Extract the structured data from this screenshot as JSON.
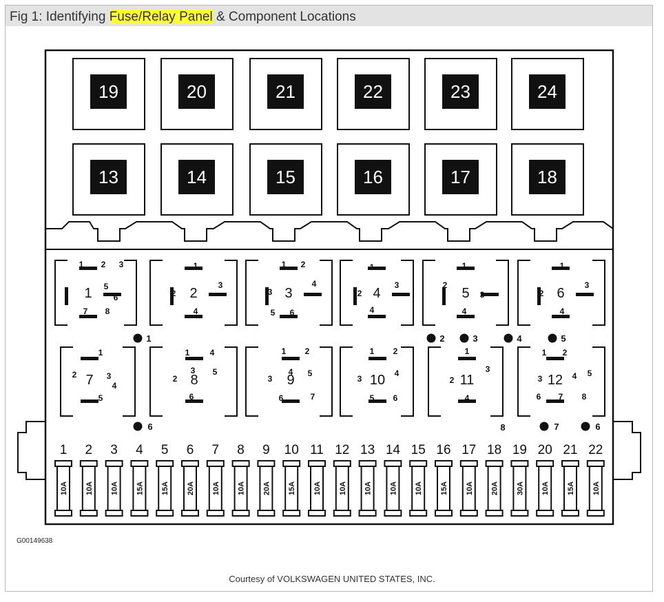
{
  "figure": {
    "caption_prefix": "Fig 1: Identifying ",
    "caption_highlight": "Fuse/Relay Panel",
    "caption_suffix": " & Component Locations",
    "image_code": "G00149638",
    "credit": "Courtesy of VOLKSWAGEN UNITED STATES, INC."
  },
  "upper_relays_row1": [
    "19",
    "20",
    "21",
    "22",
    "23",
    "24"
  ],
  "upper_relays_row2": [
    "13",
    "14",
    "15",
    "16",
    "17",
    "18"
  ],
  "relay_sockets_row1": [
    {
      "id": "1",
      "terms": [
        "1",
        "2",
        "3",
        "5",
        "6",
        "7",
        "8"
      ]
    },
    {
      "id": "2",
      "terms": [
        "1",
        "2",
        "3",
        "4"
      ]
    },
    {
      "id": "3",
      "terms": [
        "1",
        "2",
        "3",
        "4",
        "5",
        "6"
      ]
    },
    {
      "id": "4",
      "terms": [
        "1",
        "2",
        "3",
        "4"
      ]
    },
    {
      "id": "5",
      "terms": [
        "1",
        "2",
        "3",
        "4"
      ]
    },
    {
      "id": "6",
      "terms": [
        "1",
        "2",
        "3",
        "4"
      ]
    }
  ],
  "relay_sockets_row2": [
    {
      "id": "7",
      "terms": [
        "1",
        "2",
        "3",
        "4",
        "5"
      ]
    },
    {
      "id": "8",
      "terms": [
        "1",
        "2",
        "3",
        "4",
        "5",
        "6"
      ]
    },
    {
      "id": "9",
      "terms": [
        "1",
        "2",
        "3",
        "4",
        "5",
        "6",
        "7"
      ]
    },
    {
      "id": "10",
      "terms": [
        "1",
        "2",
        "3",
        "4",
        "5",
        "6"
      ]
    },
    {
      "id": "11",
      "terms": [
        "1",
        "2",
        "3",
        "4"
      ]
    },
    {
      "id": "12",
      "terms": [
        "1",
        "2",
        "3",
        "4",
        "5",
        "6",
        "7",
        "8"
      ]
    }
  ],
  "connector_dots_row1": [
    "1",
    "2",
    "3",
    "4",
    "5"
  ],
  "connector_dots_row2": [
    "6",
    "7",
    "6"
  ],
  "loose_label_8": "8",
  "fuse_numbers": [
    "1",
    "2",
    "3",
    "4",
    "5",
    "6",
    "7",
    "8",
    "9",
    "10",
    "11",
    "12",
    "13",
    "14",
    "15",
    "16",
    "17",
    "18",
    "19",
    "20",
    "21",
    "22"
  ],
  "fuse_ratings": [
    "10A",
    "10A",
    "10A",
    "15A",
    "15A",
    "20A",
    "10A",
    "10A",
    "20A",
    "15A",
    "10A",
    "10A",
    "10A",
    "10A",
    "10A",
    "15A",
    "10A",
    "20A",
    "30A",
    "10A",
    "15A",
    "10A"
  ]
}
